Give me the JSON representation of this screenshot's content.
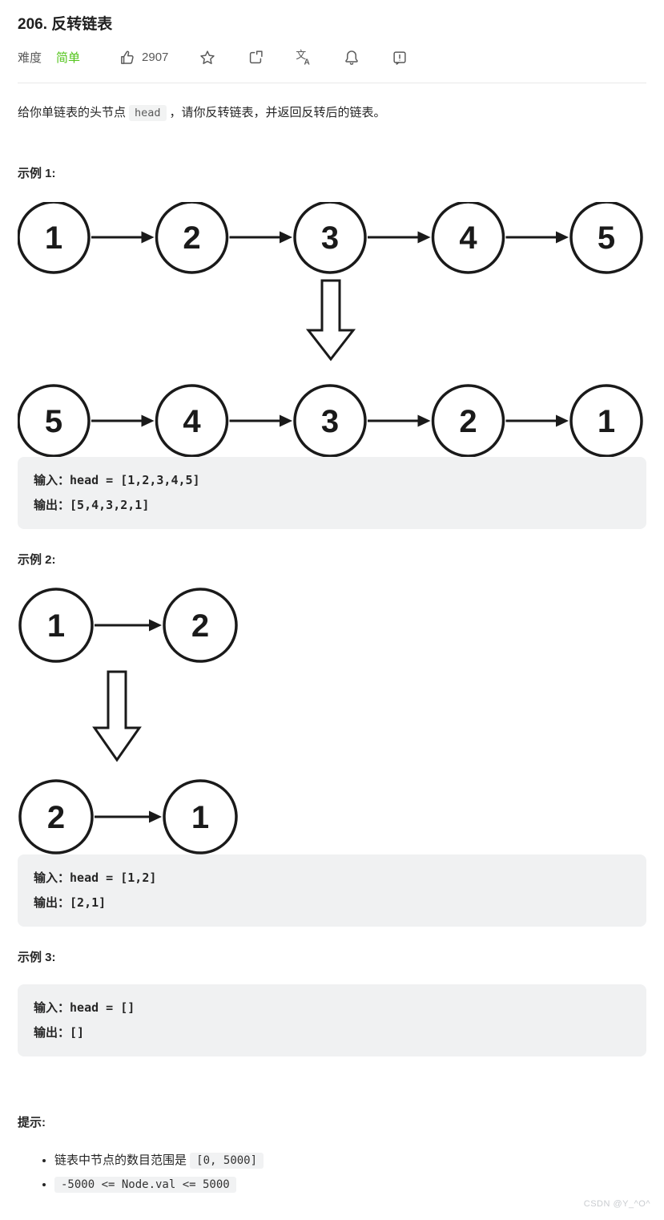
{
  "header": {
    "title": "206. 反转链表",
    "difficulty_label": "难度",
    "difficulty_value": "简单",
    "difficulty_color": "#52c41a",
    "like_count": "2907",
    "icon_names": [
      "like-icon",
      "star-icon",
      "share-icon",
      "translate-icon",
      "bell-icon",
      "feedback-icon"
    ]
  },
  "description": {
    "prefix": "给你单链表的头节点",
    "inline_code": "head",
    "suffix": "，请你反转链表，并返回反转后的链表。"
  },
  "examples": [
    {
      "label": "示例 1:",
      "diagram": {
        "before": [
          "1",
          "2",
          "3",
          "4",
          "5"
        ],
        "after": [
          "5",
          "4",
          "3",
          "2",
          "1"
        ]
      },
      "input_label": "输入：",
      "input_value": "head = [1,2,3,4,5]",
      "output_label": "输出：",
      "output_value": "[5,4,3,2,1]"
    },
    {
      "label": "示例 2:",
      "diagram": {
        "before": [
          "1",
          "2"
        ],
        "after": [
          "2",
          "1"
        ]
      },
      "input_label": "输入：",
      "input_value": "head = [1,2]",
      "output_label": "输出：",
      "output_value": "[2,1]"
    },
    {
      "label": "示例 3:",
      "input_label": "输入：",
      "input_value": "head = []",
      "output_label": "输出：",
      "output_value": "[]"
    }
  ],
  "hints": {
    "label": "提示:",
    "items": [
      {
        "text": "链表中节点的数目范围是 ",
        "code": "[0, 5000]"
      },
      {
        "text": "",
        "code": "-5000 <= Node.val <= 5000"
      }
    ]
  },
  "diagram_style": {
    "stroke": "#1a1a1a",
    "fill": "#ffffff"
  },
  "watermark": "CSDN @Y_^O^"
}
